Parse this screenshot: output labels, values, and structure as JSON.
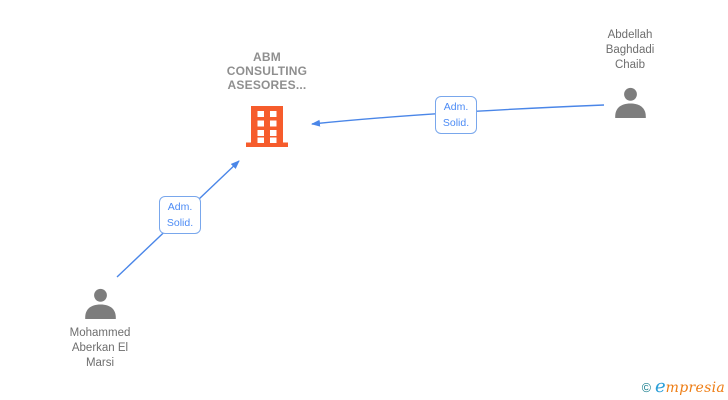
{
  "company": {
    "name": "ABM\nCONSULTING\nASESORES..."
  },
  "persons": [
    {
      "name": "Abdellah\nBaghdadi\nChaib"
    },
    {
      "name": "Mohammed\nAberkan El\nMarsi"
    }
  ],
  "edges": [
    {
      "label": "Adm.\nSolid."
    },
    {
      "label": "Adm.\nSolid."
    }
  ],
  "footer": {
    "copyright_symbol": "©",
    "brand_first_letter": "e",
    "brand_rest": "mpresia"
  },
  "colors": {
    "arrow_blue": "#4a86e8",
    "label_border_blue": "#79a7ec",
    "label_text_blue": "#4c8bf5",
    "building_orange": "#f65c2c",
    "person_gray": "#7d7d7d",
    "company_text_gray": "#8f8f8f",
    "person_text_gray": "#6e6e6e",
    "brand_copyright_teal": "#157c8c",
    "brand_e_blue": "#2b9fd8",
    "brand_rest_orange": "#ee7d14"
  }
}
